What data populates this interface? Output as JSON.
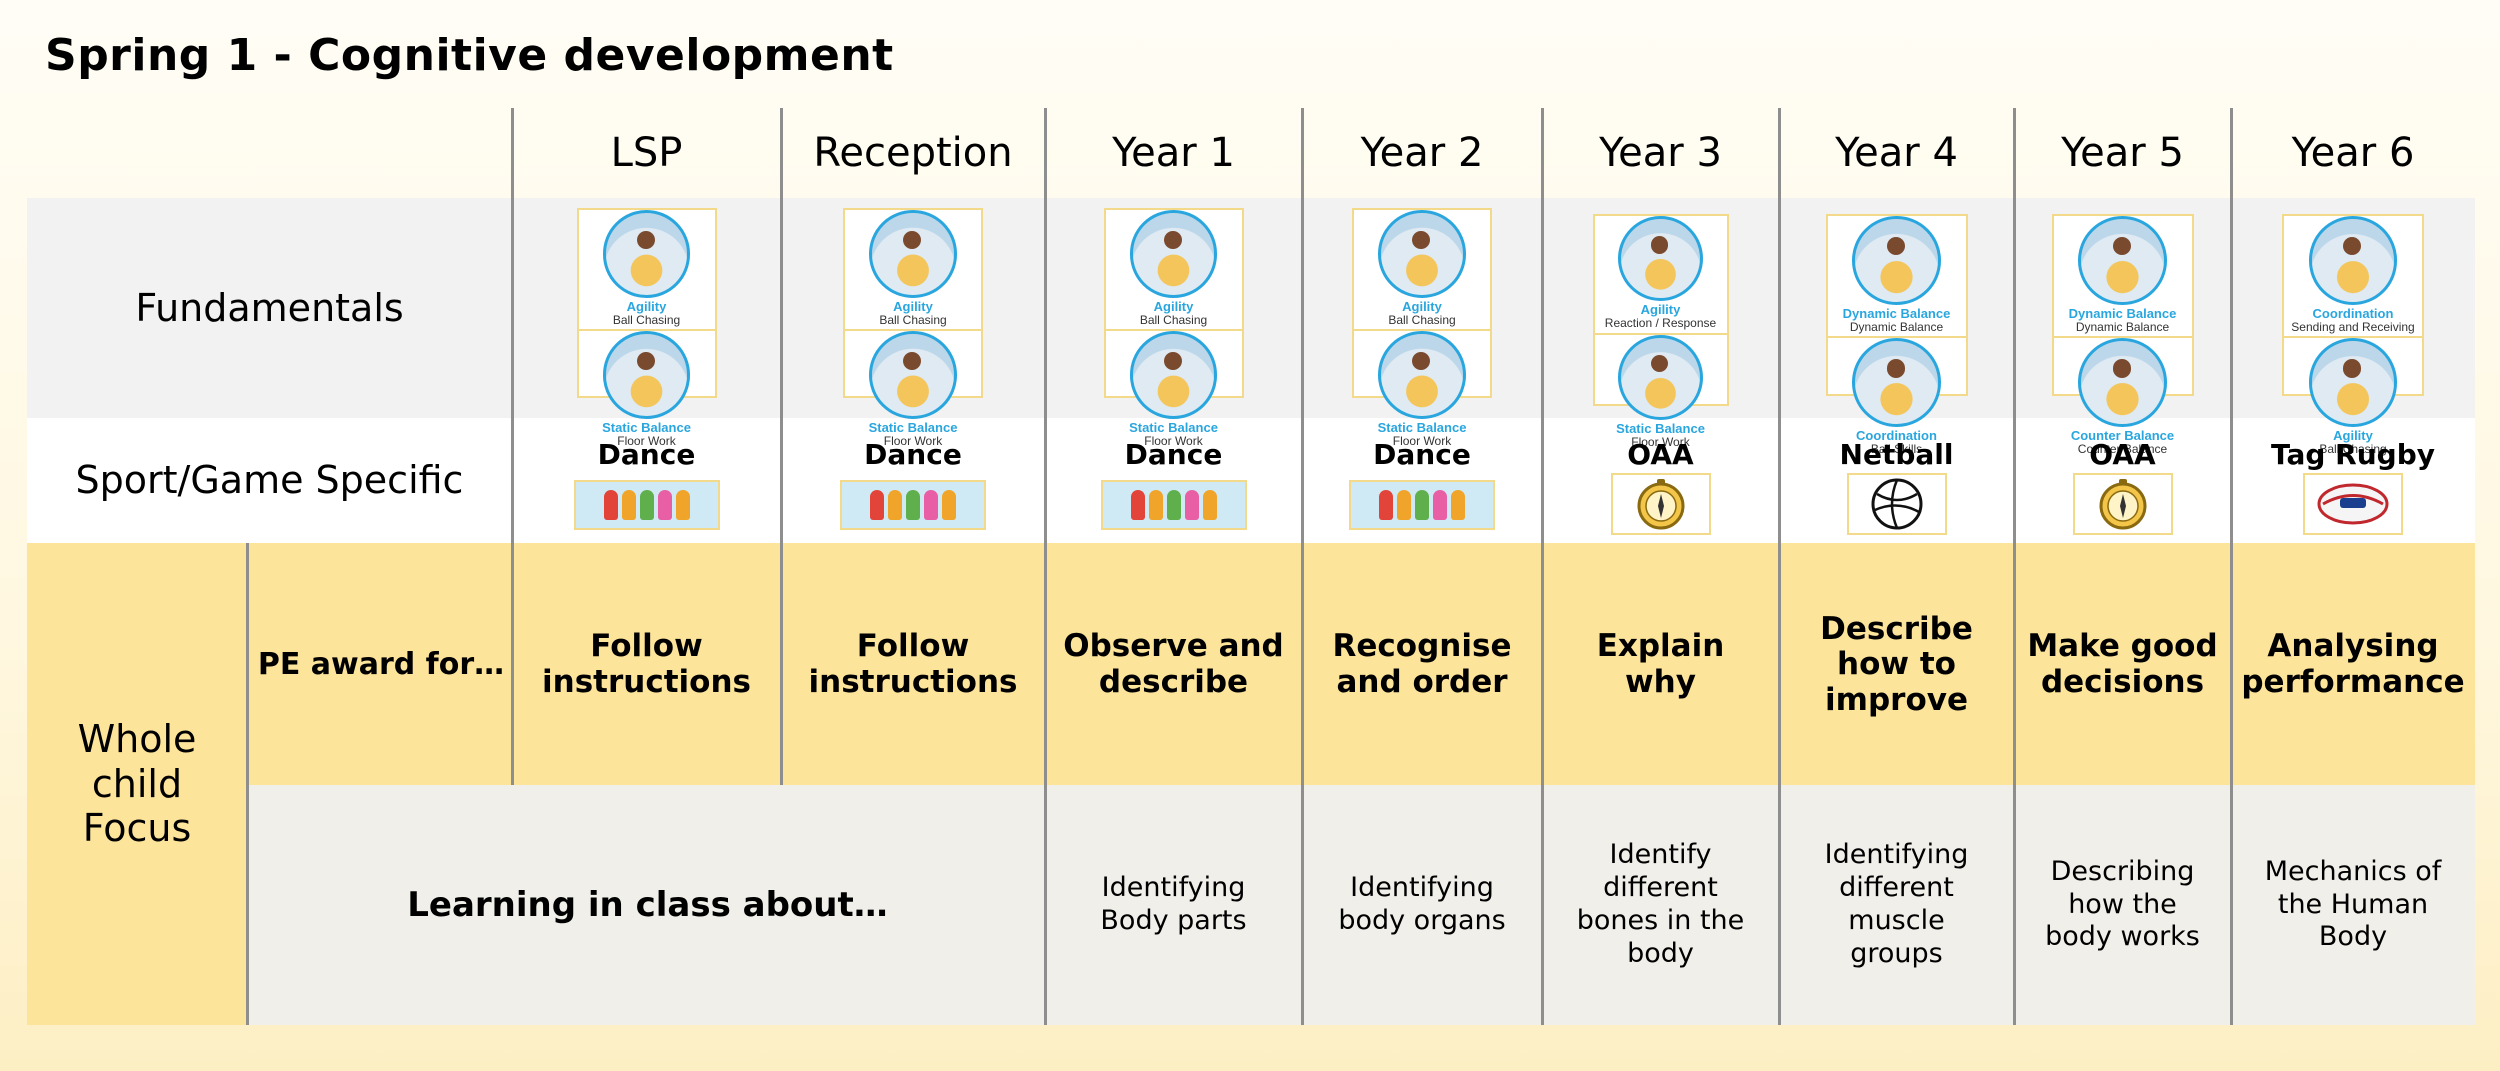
{
  "title": "Spring 1 - Cognitive development",
  "columns": [
    "LSP",
    "Reception",
    "Year 1",
    "Year 2",
    "Year 3",
    "Year 4",
    "Year 5",
    "Year 6"
  ],
  "row_labels": {
    "fundamentals": "Fundamentals",
    "sport": "Sport/Game Specific",
    "whole_child": [
      "Whole",
      "child",
      "Focus"
    ],
    "pe_award": "PE award for…",
    "learning": "Learning in class about…"
  },
  "fundamentals": [
    {
      "top": {
        "name": "Agility",
        "sub": "Ball Chasing"
      },
      "bottom": {
        "name": "Static Balance",
        "sub": "Floor Work"
      }
    },
    {
      "top": {
        "name": "Agility",
        "sub": "Ball Chasing"
      },
      "bottom": {
        "name": "Static Balance",
        "sub": "Floor Work"
      }
    },
    {
      "top": {
        "name": "Agility",
        "sub": "Ball Chasing"
      },
      "bottom": {
        "name": "Static Balance",
        "sub": "Floor Work"
      }
    },
    {
      "top": {
        "name": "Agility",
        "sub": "Ball Chasing"
      },
      "bottom": {
        "name": "Static Balance",
        "sub": "Floor Work"
      }
    },
    {
      "top": {
        "name": "Agility",
        "sub": "Reaction / Response"
      },
      "bottom": {
        "name": "Static Balance",
        "sub": "Floor Work"
      }
    },
    {
      "top": {
        "name": "Dynamic Balance",
        "sub": "Dynamic Balance"
      },
      "bottom": {
        "name": "Coordination",
        "sub": "Ball Skills"
      }
    },
    {
      "top": {
        "name": "Dynamic Balance",
        "sub": "Dynamic Balance"
      },
      "bottom": {
        "name": "Counter Balance",
        "sub": "Counter Balance"
      }
    },
    {
      "top": {
        "name": "Coordination",
        "sub": "Sending and Receiving"
      },
      "bottom": {
        "name": "Agility",
        "sub": "Ball Chasing"
      }
    }
  ],
  "sports": [
    {
      "name": "Dance",
      "icon": "dancers-icon"
    },
    {
      "name": "Dance",
      "icon": "dancers-icon"
    },
    {
      "name": "Dance",
      "icon": "dancers-icon"
    },
    {
      "name": "Dance",
      "icon": "dancers-icon"
    },
    {
      "name": "OAA",
      "icon": "compass-icon"
    },
    {
      "name": "Netball",
      "icon": "netball-icon"
    },
    {
      "name": "OAA",
      "icon": "compass-icon"
    },
    {
      "name": "Tag Rugby",
      "icon": "rugby-ball-icon"
    }
  ],
  "pe_award": [
    [
      "Follow",
      "instructions"
    ],
    [
      "Follow",
      "instructions"
    ],
    [
      "Observe and",
      "describe"
    ],
    [
      "Recognise",
      "and order"
    ],
    [
      "Explain",
      "why"
    ],
    [
      "Describe",
      "how to",
      "improve"
    ],
    [
      "Make good",
      "decisions"
    ],
    [
      "Analysing",
      "performance"
    ]
  ],
  "learning": [
    [
      "Identifying",
      "Body parts"
    ],
    [
      "Identifying",
      "body organs"
    ],
    [
      "Identify",
      "different",
      "bones in the",
      "body"
    ],
    [
      "Identifying",
      "different",
      "muscle",
      "groups"
    ],
    [
      "Describing",
      "how the",
      "body works"
    ],
    [
      "Mechanics of",
      "the Human",
      "Body"
    ]
  ],
  "colors": {
    "award_band": "#fde49b",
    "fund_band": "#f2f2f2",
    "learn_band": "#f1efe9",
    "card_border": "#f3d98a",
    "icon_blue": "#2aa6df"
  }
}
